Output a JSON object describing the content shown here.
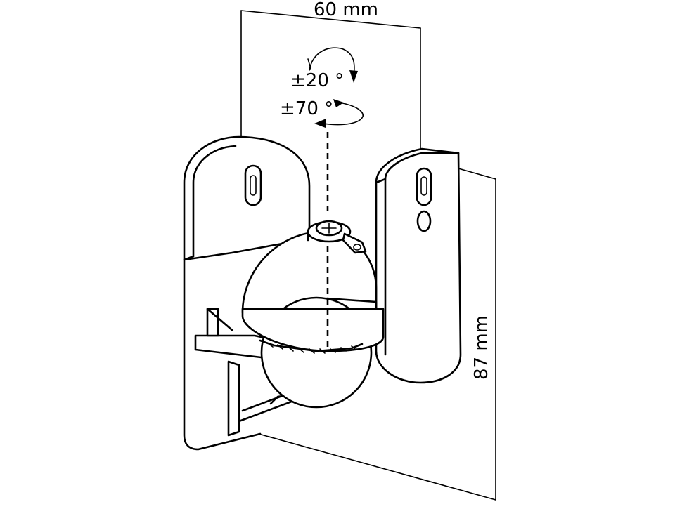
{
  "dimensions": {
    "width_label": "60 mm",
    "height_label": "87 mm"
  },
  "rotation": {
    "tilt_label": "±20 °",
    "swivel_label": "±70 °"
  }
}
